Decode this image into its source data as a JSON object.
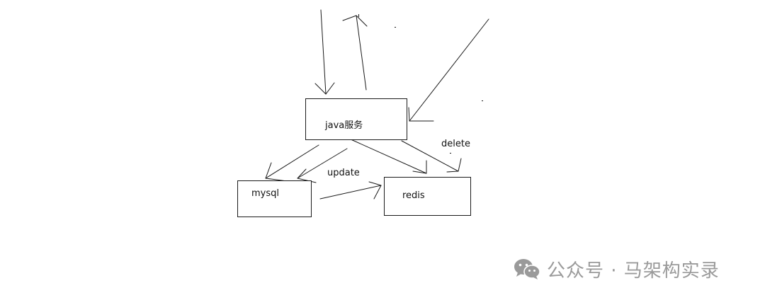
{
  "nodes": {
    "java_service": {
      "label": "java服务"
    },
    "mysql": {
      "label": "mysql"
    },
    "redis": {
      "label": "redis"
    }
  },
  "edges": {
    "update_label": "update",
    "delete_label": "delete"
  },
  "watermark": {
    "text": "公众号 · 马架构实录",
    "icon": "wechat-icon"
  },
  "colors": {
    "line": "#1a1a1a",
    "watermark": "#9a9a9a"
  }
}
